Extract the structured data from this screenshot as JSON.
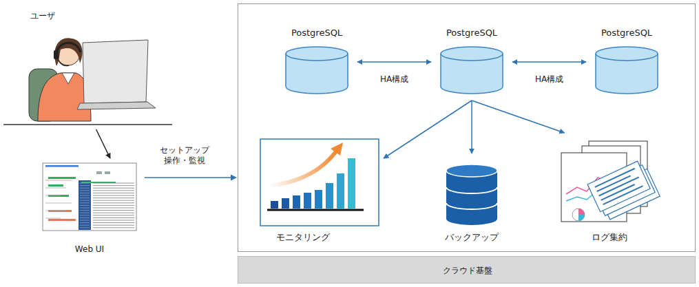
{
  "diagram": {
    "nodes": [
      {
        "text": [
          "ユーザ"
        ]
      },
      {
        "text": [
          "Web UI"
        ]
      },
      {
        "text": [
          "PostgreSQL"
        ]
      },
      {
        "text": [
          "PostgreSQL"
        ]
      },
      {
        "text": [
          "PostgreSQL"
        ]
      },
      {
        "text": [
          "モニタリング"
        ]
      },
      {
        "text": [
          "バックアップ"
        ]
      },
      {
        "text": [
          "ログ集約"
        ]
      },
      {
        "text": [
          "クラウド基盤"
        ]
      }
    ],
    "edges": [
      {
        "from": 0,
        "to": 1,
        "arrow": "to"
      },
      {
        "from": 2,
        "to": 3,
        "label": "HA構成",
        "arrow": "both"
      },
      {
        "from": 3,
        "to": 4,
        "label": "HA構成",
        "arrow": "both"
      },
      {
        "from": 3,
        "to": 5,
        "arrow": "to"
      },
      {
        "from": 3,
        "to": 6,
        "arrow": "to"
      },
      {
        "from": 3,
        "to": 7,
        "arrow": "to"
      }
    ],
    "labels": [
      "セットアップ 操作・監視"
    ]
  }
}
